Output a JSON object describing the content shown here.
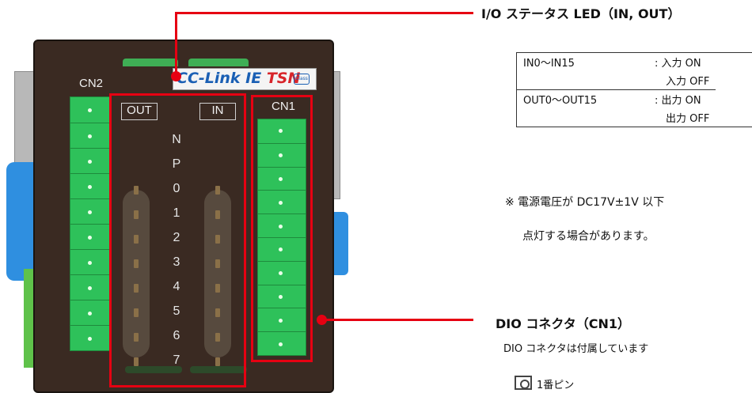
{
  "device": {
    "logo_main": "CC-Link IE",
    "logo_tsn": "TSN",
    "logo_badge": "Class B",
    "cn2_label": "CN2",
    "cn1_label": "CN1",
    "out_label": "OUT",
    "in_label": "IN",
    "led_labels": [
      "N",
      "P",
      "0",
      "1",
      "2",
      "3",
      "4",
      "5",
      "6",
      "7"
    ],
    "terminal_pins": 10
  },
  "callouts": {
    "led_title": "I/O ステータス LED（IN, OUT）",
    "table": [
      {
        "signal": "IN0～IN15",
        "desc1": ": 入力 ON",
        "desc2": "入力 OFF"
      },
      {
        "signal": "OUT0～OUT15",
        "desc1": ": 出力 ON",
        "desc2": "出力 OFF"
      }
    ],
    "note_line1": "※  電源電圧が DC17V±1V 以下",
    "note_line2": "点灯する場合があります。",
    "dio_title": "DIO コネクタ（CN1）",
    "dio_desc": "DIO コネクタは付属しています",
    "pin_label": "1番ピン"
  },
  "colors": {
    "highlight": "#e60012",
    "terminal": "#2ec15a",
    "body": "#3a2a22"
  }
}
